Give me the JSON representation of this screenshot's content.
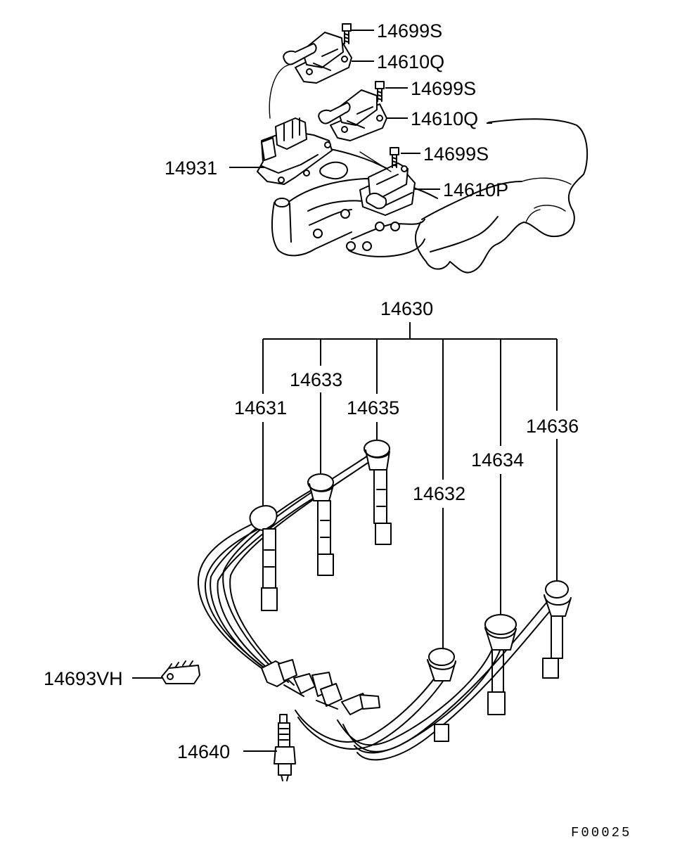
{
  "labels": {
    "bolt_top": "14699S",
    "coil_q_top": "14610Q",
    "bolt_mid": "14699S",
    "coil_q_mid": "14610Q",
    "bolt_low": "14699S",
    "coil_p": "14610P",
    "power_transistor": "14931",
    "cable_set": "14630",
    "cable_14631": "14631",
    "cable_14633": "14633",
    "cable_14635": "14635",
    "cable_14632": "14632",
    "cable_14634": "14634",
    "cable_14636": "14636",
    "cable_clamp": "14693VH",
    "spark_plug": "14640"
  },
  "figure_code": "F00025"
}
